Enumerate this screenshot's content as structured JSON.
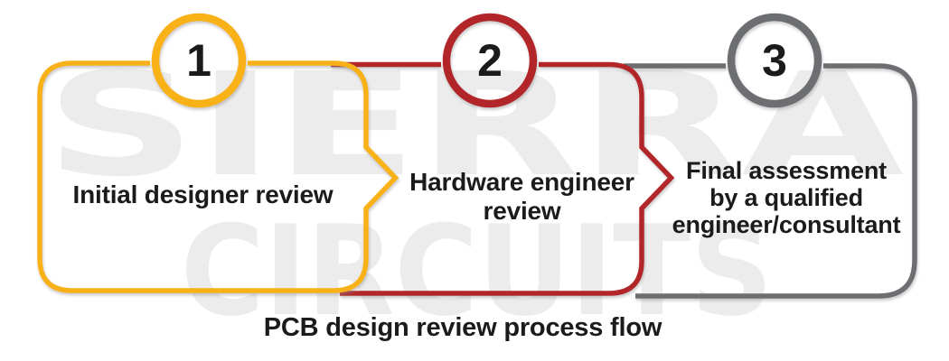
{
  "title": "PCB design review process flow",
  "watermark": {
    "line1": "SIERRA",
    "line2": "CIRCUITS",
    "color": "#ececec"
  },
  "caption": "PCB design review process flow",
  "colors": {
    "step1": "#F8B115",
    "step2": "#B2272C",
    "step3": "#6D6E71",
    "text": "#1b1b1b",
    "background": "#ffffff"
  },
  "steps": [
    {
      "number": "1",
      "color": "#F8B115",
      "label_lines": [
        "Initial designer review"
      ]
    },
    {
      "number": "2",
      "color": "#B2272C",
      "label_lines": [
        "Hardware engineer",
        "review"
      ]
    },
    {
      "number": "3",
      "color": "#6D6E71",
      "label_lines": [
        "Final assessment",
        "by a qualified",
        "engineer/consultant"
      ]
    }
  ]
}
